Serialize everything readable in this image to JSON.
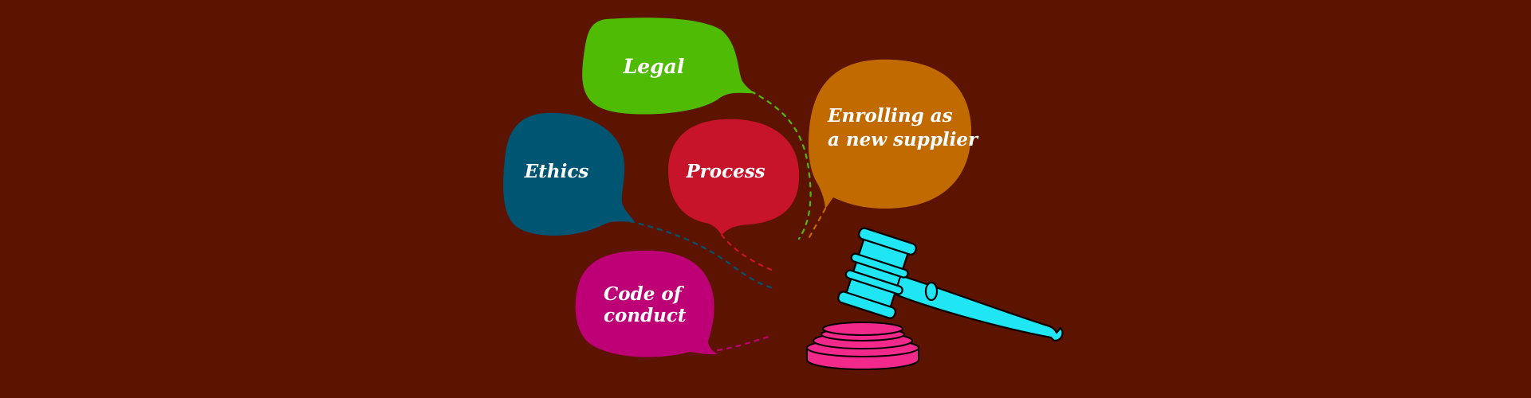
{
  "background_color": "#5c1300",
  "bubbles": [
    {
      "id": "legal",
      "lines": [
        "Legal"
      ],
      "color": "#4fbb05"
    },
    {
      "id": "ethics",
      "lines": [
        "Ethics"
      ],
      "color": "#005672"
    },
    {
      "id": "process",
      "lines": [
        "Process"
      ],
      "color": "#c8142a"
    },
    {
      "id": "enrolling",
      "lines": [
        "Enrolling as",
        "a new supplier"
      ],
      "color": "#c16a00"
    },
    {
      "id": "code",
      "lines": [
        "Code of",
        "conduct"
      ],
      "color": "#bd0076"
    }
  ],
  "gavel": {
    "icon": "gavel-icon",
    "head_color": "#1fe6f2",
    "block_color": "#f2288a"
  }
}
